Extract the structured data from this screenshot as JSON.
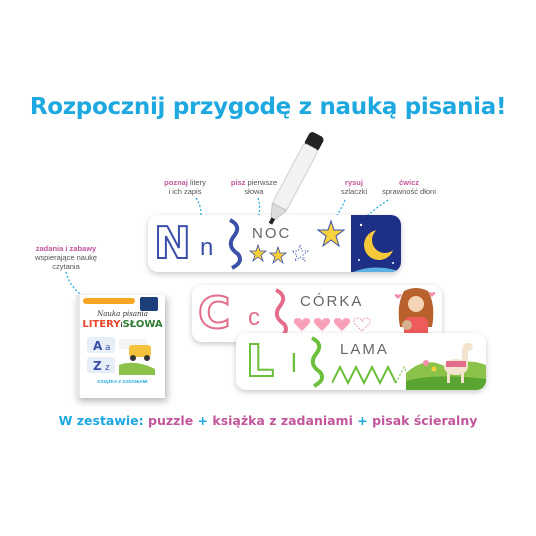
{
  "headline": "Rozpocznij przygodę z nauką pisania!",
  "captions": {
    "poznaj": {
      "bold": "poznaj",
      "rest1": " litery",
      "rest2": "i ich zapis"
    },
    "pisz": {
      "bold": "pisz",
      "rest1": " pierwsze",
      "rest2": "słowa"
    },
    "rysuj": {
      "bold": "rysuj",
      "rest2": "szlaczki"
    },
    "cwicz": {
      "bold": "ćwicz",
      "rest2": "sprawność dłoni"
    },
    "zadania": {
      "bold": "zadania i zabawy",
      "rest1": "wspierające naukę",
      "rest2": "czytania"
    }
  },
  "cards": {
    "n": {
      "letter_upper": "N",
      "letter_lower": "n",
      "word": "NOC"
    },
    "c": {
      "letter_upper": "C",
      "letter_lower": "c",
      "word": "CÓRKA"
    },
    "l": {
      "letter_upper": "L",
      "letter_lower": "l",
      "word": "LAMA"
    }
  },
  "book": {
    "top_label": "",
    "title_line1": "Nauka pisania",
    "title_line2": "LITERY",
    "title_connector": "i",
    "title_line3": "SŁOWA",
    "subtitle": "KSIĄŻKA Z ZADANIAMI"
  },
  "footer": {
    "prefix": "W zestawie: ",
    "item1": "puzzle",
    "plus": " + ",
    "item2": "książka z zadaniami",
    "item3": "pisak ścieralny"
  },
  "colors": {
    "accent_blue": "#1ea8e0",
    "accent_pink": "#c2569b",
    "letter_blue": "#3a4fa8",
    "letter_pink": "#e46d8c",
    "letter_green": "#6cbf3a"
  }
}
